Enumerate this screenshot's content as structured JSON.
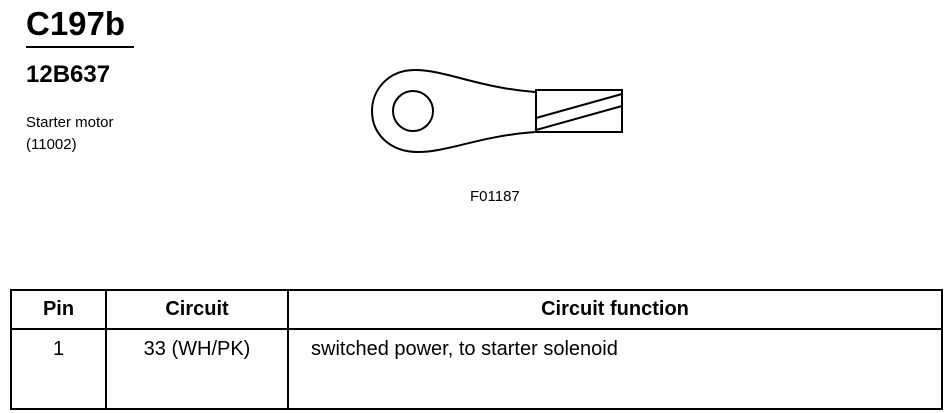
{
  "connector": {
    "id": "C197b",
    "part_number": "12B637",
    "component_name": "Starter motor",
    "component_code": "(11002)"
  },
  "figure": {
    "code": "F01187",
    "icon": "ring-terminal-icon"
  },
  "pin_table": {
    "headers": [
      "Pin",
      "Circuit",
      "Circuit function"
    ],
    "rows": [
      {
        "pin": "1",
        "circuit": "33 (WH/PK)",
        "function": "switched power, to starter solenoid"
      }
    ]
  }
}
